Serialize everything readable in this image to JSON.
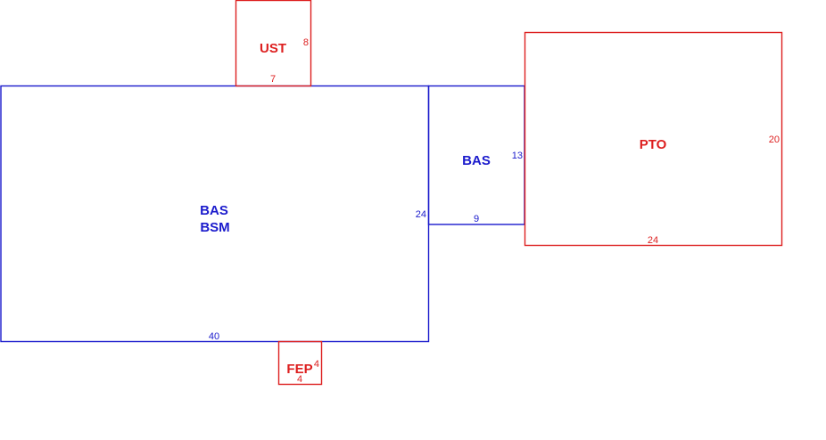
{
  "colors": {
    "living": "#1a1acc",
    "other": "#dd1f1f"
  },
  "areas": {
    "ust": {
      "code": "UST",
      "dim_side": "8",
      "dim_bottom": "7"
    },
    "pto": {
      "code": "PTO",
      "dim_side": "20",
      "dim_bottom": "24"
    },
    "bas_main": {
      "code_1": "BAS",
      "code_2": "BSM",
      "dim_side": "24",
      "dim_bottom": "40"
    },
    "bas_ext": {
      "code": "BAS",
      "dim_side": "13",
      "dim_bottom": "9"
    },
    "fep": {
      "code": "FEP",
      "dim_side": "4",
      "dim_bottom": "4"
    }
  }
}
